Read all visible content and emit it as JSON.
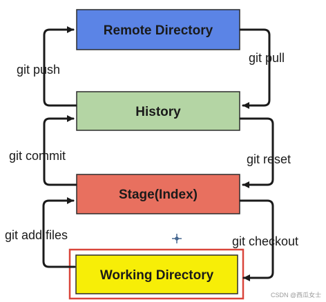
{
  "nodes": {
    "remote": {
      "label": "Remote Directory",
      "fill": "#5b84e6"
    },
    "history": {
      "label": "History",
      "fill": "#b4d5a4"
    },
    "stage": {
      "label": "Stage(Index)",
      "fill": "#e8705f"
    },
    "working": {
      "label": "Working Directory",
      "fill": "#f7ee07",
      "highlight": "#d9453b"
    }
  },
  "edges": {
    "push": "git push",
    "pull": "git pull",
    "commit": "git commit",
    "reset": "git reset",
    "add": "git add files",
    "checkout": "git checkout"
  },
  "watermark": "CSDN @西瓜女士"
}
